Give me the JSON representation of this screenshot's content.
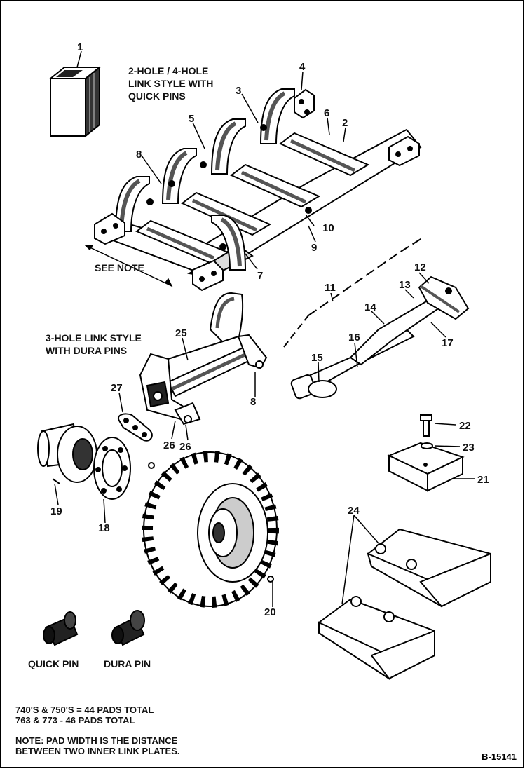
{
  "heading_top": [
    "2-HOLE / 4-HOLE",
    "LINK STYLE WITH",
    "QUICK PINS"
  ],
  "heading_mid": [
    "3-HOLE LINK STYLE",
    "WITH DURA PINS"
  ],
  "see_note": "SEE NOTE",
  "callouts": {
    "c1": "1",
    "c2": "2",
    "c3": "3",
    "c4": "4",
    "c5": "5",
    "c6": "6",
    "c7": "7",
    "c8a": "8",
    "c8b": "8",
    "c9": "9",
    "c10": "10",
    "c11": "11",
    "c12": "12",
    "c13": "13",
    "c14": "14",
    "c15": "15",
    "c16": "16",
    "c17": "17",
    "c18": "18",
    "c19": "19",
    "c20": "20",
    "c21": "21",
    "c22": "22",
    "c23": "23",
    "c24": "24",
    "c25": "25",
    "c26": "26",
    "c26b": "26",
    "c27": "27"
  },
  "pins": {
    "quick": "QUICK PIN",
    "dura": "DURA PIN"
  },
  "totals": [
    "740'S & 750'S = 44 PADS TOTAL",
    "763 & 773 - 46 PADS TOTAL"
  ],
  "note": [
    "NOTE:  PAD WIDTH IS THE DISTANCE",
    "BETWEEN TWO INNER LINK PLATES."
  ],
  "reference": "B-15141"
}
